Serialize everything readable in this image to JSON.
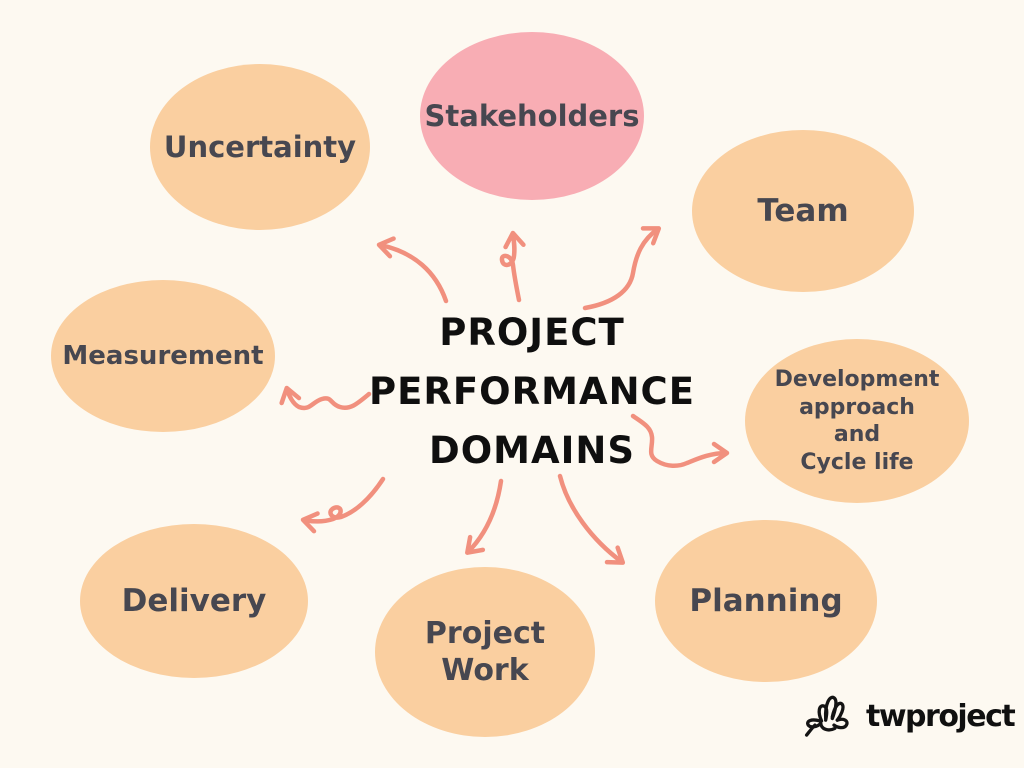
{
  "page": {
    "background_color": "#FDF9F1",
    "accent_arrow_color": "#F1907E",
    "node_text_color": "#474750",
    "node_fill_peach": "#FACFA0",
    "node_fill_pink": "#F8ADB4",
    "title_color": "#0F0F0F"
  },
  "center": {
    "lines": [
      "PROJECT",
      "PERFORMANCE",
      "DOMAINS"
    ]
  },
  "nodes": [
    {
      "id": "uncertainty",
      "label": "Uncertainty"
    },
    {
      "id": "stakeholders",
      "label": "Stakeholders"
    },
    {
      "id": "team",
      "label": "Team"
    },
    {
      "id": "measurement",
      "label": "Measurement"
    },
    {
      "id": "development-approach",
      "label": "Development\napproach\nand\nCycle life"
    },
    {
      "id": "delivery",
      "label": "Delivery"
    },
    {
      "id": "project-work",
      "label": "Project\nWork"
    },
    {
      "id": "planning",
      "label": "Planning"
    }
  ],
  "logo": {
    "text": "twproject",
    "icon": "hand-sketch-icon"
  }
}
